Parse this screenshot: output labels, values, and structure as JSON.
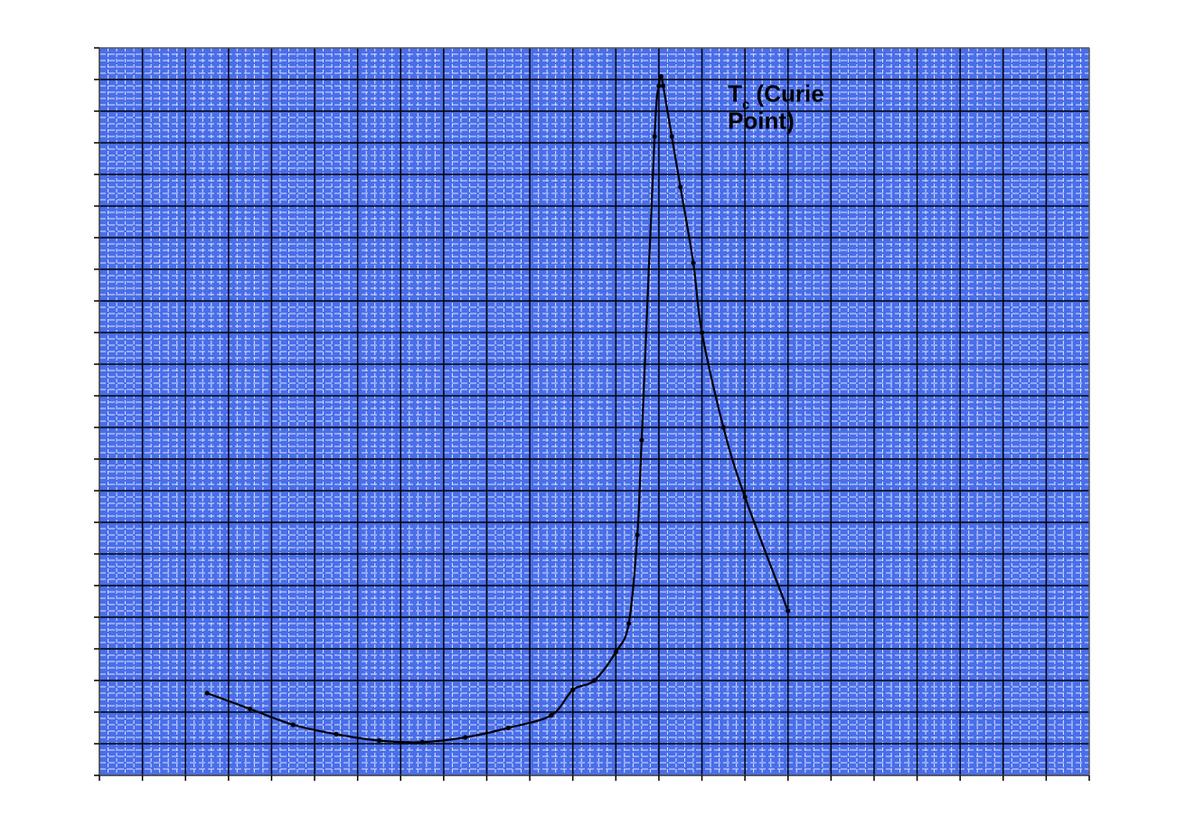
{
  "chart_data": {
    "type": "line",
    "title": "",
    "xlabel": "",
    "ylabel": "",
    "xlim": [
      0,
      23
    ],
    "ylim": [
      0,
      23
    ],
    "grid": true,
    "legend": "none",
    "colors": {
      "plot_background": "#4a6ee8",
      "minor_grid": "#dbe4ff",
      "major_grid": "#000000",
      "line": "#000000"
    },
    "annotation": {
      "text_main": "T",
      "text_sub": "c",
      "text_rest_line1": " (Curie",
      "text_line2": "Point)",
      "x": 14.6,
      "y": 21.3
    },
    "series": [
      {
        "x": [
          2.5,
          3.5,
          4.5,
          5.5,
          6.5,
          7.5,
          8.5,
          9.5,
          10.5,
          11.0,
          11.5,
          12.0,
          12.3,
          12.5,
          12.6,
          12.9,
          13.0,
          13.05,
          13.1,
          13.3,
          13.5,
          13.8,
          14.0,
          14.5,
          15.0,
          16.0
        ],
        "y": [
          2.6,
          2.1,
          1.6,
          1.3,
          1.1,
          1.05,
          1.2,
          1.5,
          1.9,
          2.7,
          3.0,
          3.9,
          4.8,
          7.6,
          10.6,
          20.2,
          21.8,
          22.1,
          21.8,
          20.2,
          18.6,
          16.2,
          14.0,
          11.0,
          8.8,
          5.2
        ]
      }
    ]
  }
}
